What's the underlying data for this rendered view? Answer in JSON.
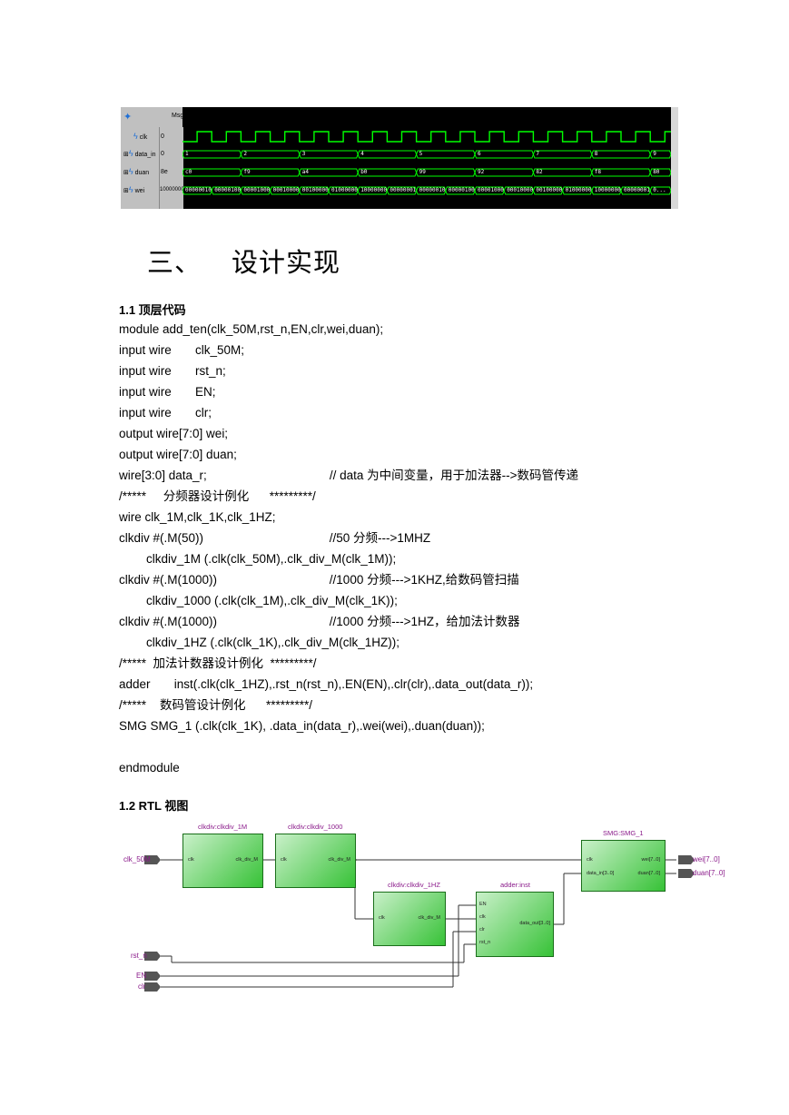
{
  "waveform": {
    "header_label": "Msgs",
    "signals": [
      {
        "name": "clk",
        "value": "0"
      },
      {
        "name": "data_in",
        "value": "0"
      },
      {
        "name": "duan",
        "value": "8e"
      },
      {
        "name": "wei",
        "value": "10000000"
      }
    ],
    "data_in_values": [
      "1",
      "2",
      "3",
      "4",
      "5",
      "6",
      "7",
      "8",
      "9"
    ],
    "duan_values": [
      "c0",
      "f9",
      "a4",
      "b0",
      "99",
      "92",
      "82",
      "f8",
      "80"
    ],
    "wei_values": [
      "00000010",
      "00000100",
      "00001000",
      "00010000",
      "00100000",
      "01000000",
      "10000000",
      "00000001",
      "00000010",
      "00000100",
      "00001000",
      "00010000",
      "00100000",
      "01000000",
      "10000000",
      "00000001",
      "0..."
    ],
    "colors": {
      "clk": "#00ff00",
      "bus": "#00ff00",
      "background": "#000000"
    }
  },
  "section": {
    "number": "三、",
    "title": "设计实现"
  },
  "sub1": "1.1 顶层代码",
  "code": [
    "module add_ten(clk_50M,rst_n,EN,clr,wei,duan);",
    "input wire       clk_50M;",
    "input wire       rst_n;",
    "input wire       EN;",
    "input wire       clr;",
    "output wire[7:0] wei;",
    "output wire[7:0] duan;",
    "wire[3:0] data_r;                                    // data 为中间变量，用于加法器-->数码管传递",
    "/*****     分频器设计例化      *********/",
    "wire clk_1M,clk_1K,clk_1HZ;",
    "clkdiv #(.M(50))                                     //50 分频--->1MHZ",
    "        clkdiv_1M (.clk(clk_50M),.clk_div_M(clk_1M));",
    "clkdiv #(.M(1000))                                 //1000 分频--->1KHZ,给数码管扫描",
    "        clkdiv_1000 (.clk(clk_1M),.clk_div_M(clk_1K));",
    "clkdiv #(.M(1000))                                 //1000 分频--->1HZ，给加法计数器",
    "        clkdiv_1HZ (.clk(clk_1K),.clk_div_M(clk_1HZ));",
    "/*****  加法计数器设计例化  *********/",
    "adder       inst(.clk(clk_1HZ),.rst_n(rst_n),.EN(EN),.clr(clr),.data_out(data_r));",
    "/*****    数码管设计例化      *********/",
    "SMG SMG_1 (.clk(clk_1K), .data_in(data_r),.wei(wei),.duan(duan));",
    "",
    "endmodule"
  ],
  "sub2": "1.2 RTL 视图",
  "rtl": {
    "blocks": {
      "b1": {
        "name": "clkdiv:clkdiv_1M",
        "in": "clk",
        "out": "clk_div_M"
      },
      "b2": {
        "name": "clkdiv:clkdiv_1000",
        "in": "clk",
        "out": "clk_div_M"
      },
      "b3": {
        "name": "clkdiv:clkdiv_1HZ",
        "in": "clk",
        "out": "clk_div_M"
      },
      "b4": {
        "name": "adder:inst",
        "in1": "EN",
        "in2": "clk",
        "in3": "clr",
        "in4": "rst_n",
        "out": "data_out[3..0]"
      },
      "b5": {
        "name": "SMG:SMG_1",
        "in1": "clk",
        "in2": "data_in[3..0]",
        "out1": "wei[7..0]",
        "out2": "duan[7..0]"
      }
    },
    "inputs": {
      "clk": "clk_50M",
      "rst": "rst_n",
      "en": "EN",
      "clr": "clr"
    },
    "outputs": {
      "wei": "wei[7..0]",
      "duan": "duan[7..0]"
    }
  }
}
